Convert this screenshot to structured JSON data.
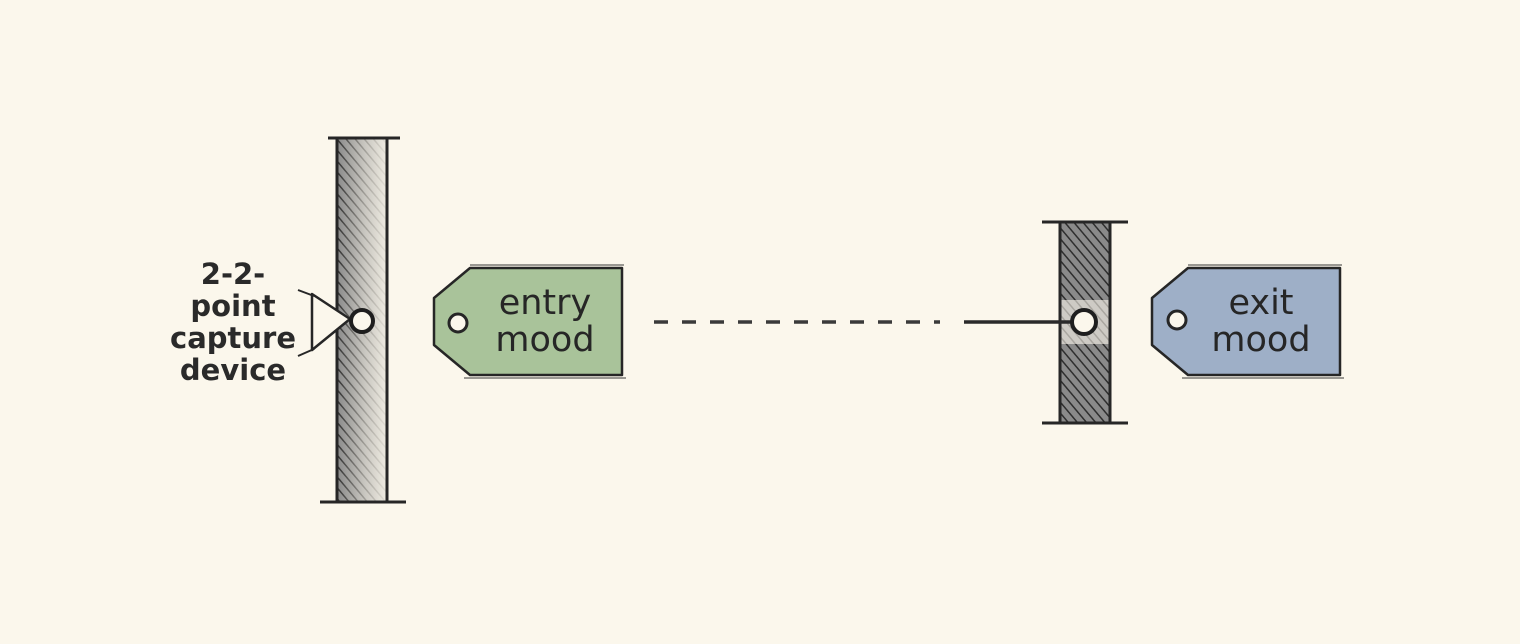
{
  "capture_device": {
    "label_lines": [
      "2-2-",
      "point",
      "capture",
      "device"
    ]
  },
  "entry_tag": {
    "label_lines": [
      "entry",
      "mood"
    ],
    "fill": "#a9c39a"
  },
  "exit_tag": {
    "label_lines": [
      "exit",
      "mood"
    ],
    "fill": "#9eafc7"
  },
  "colors": {
    "background": "#fbf7ec",
    "ink": "#262626",
    "post_shade": "#5a5a5a"
  }
}
